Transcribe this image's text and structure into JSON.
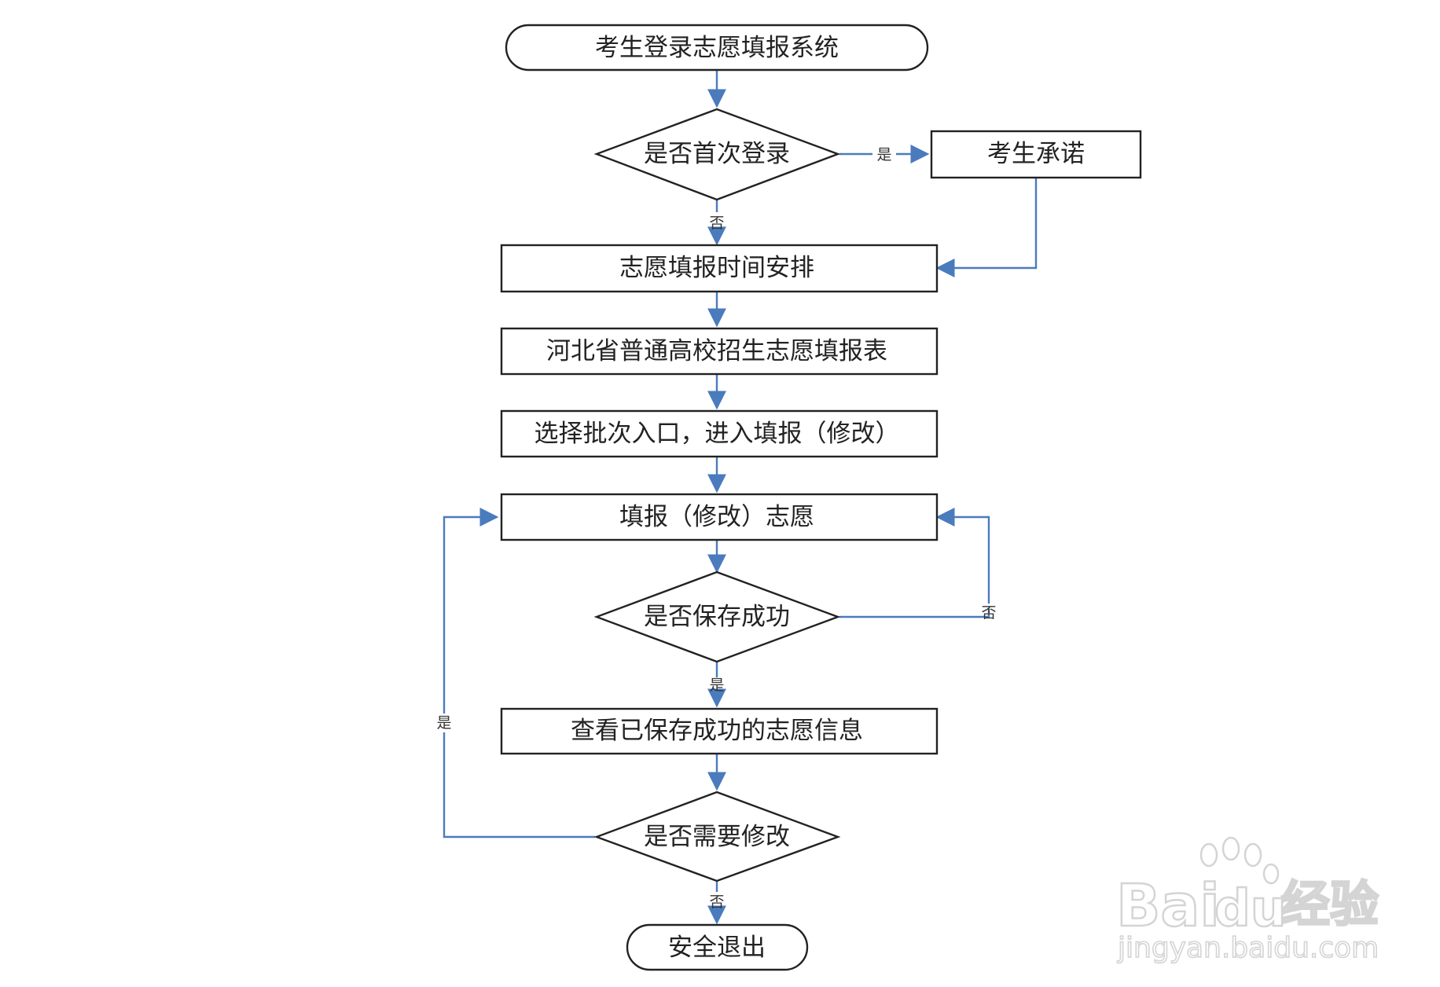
{
  "flowchart": {
    "nodes": {
      "start": {
        "label": "考生登录志愿填报系统"
      },
      "first_login": {
        "label": "是否首次登录"
      },
      "promise": {
        "label": "考生承诺"
      },
      "schedule": {
        "label": "志愿填报时间安排"
      },
      "form": {
        "label": "河北省普通高校招生志愿填报表"
      },
      "select_batch": {
        "label": "选择批次入口，进入填报（修改）"
      },
      "fill": {
        "label": "填报（修改）志愿"
      },
      "save_ok": {
        "label": "是否保存成功"
      },
      "view_saved": {
        "label": "查看已保存成功的志愿信息"
      },
      "need_modify": {
        "label": "是否需要修改"
      },
      "exit": {
        "label": "安全退出"
      }
    },
    "edge_labels": {
      "first_login_yes": "是",
      "first_login_no": "否",
      "save_ok_no": "否",
      "save_ok_yes": "是",
      "need_modify_yes": "是",
      "need_modify_no": "否"
    },
    "colors": {
      "arrow": "#4a7bbd",
      "shape_stroke": "#222222",
      "watermark": "#dcdcdc"
    }
  },
  "watermark": {
    "brand": "Bai",
    "brand_suffix": "du",
    "product": "经验",
    "url": "jingyan.baidu.com"
  }
}
